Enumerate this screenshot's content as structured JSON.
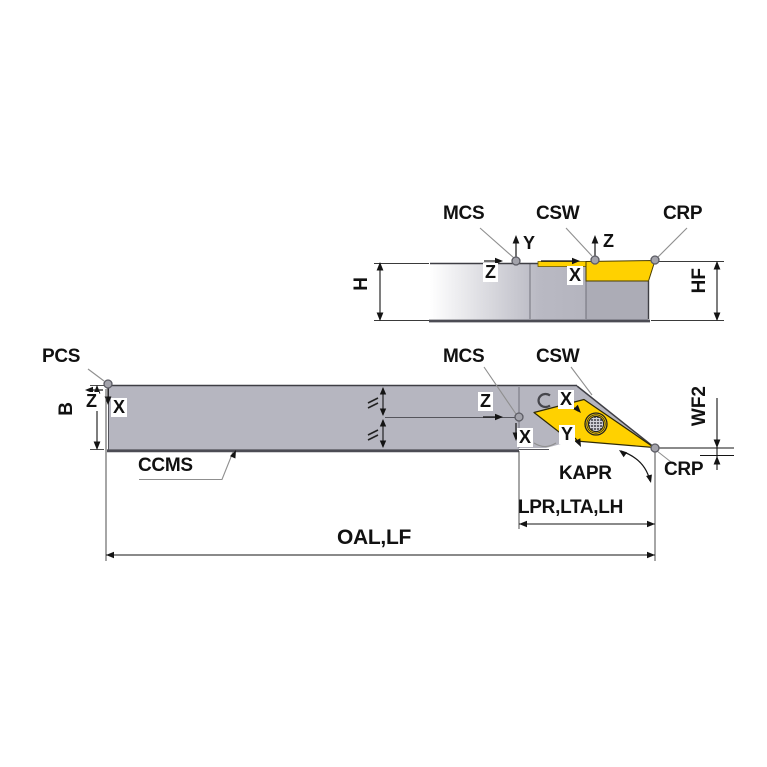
{
  "colors": {
    "insert_yellow": "#ffd100",
    "body_gray": "#b6b6c0",
    "edge_dark": "#46464c",
    "leader_gray": "#8f8f8f",
    "text_black": "#111111"
  },
  "side_view": {
    "mcs_label": "MCS",
    "csw_label": "CSW",
    "crp_label": "CRP",
    "h_dim": "H",
    "hf_dim": "HF",
    "axis_x": "X",
    "axis_y": "Y",
    "axis_z": "Z"
  },
  "plan_view": {
    "pcs_label": "PCS",
    "mcs_label": "MCS",
    "csw_label": "CSW",
    "crp_label": "CRP",
    "ccms_label": "CCMS",
    "kapr_label": "KAPR",
    "lpr_dim": "LPR,LTA,LH",
    "oal_dim": "OAL,LF",
    "b_dim": "B",
    "wf2_dim": "WF2",
    "axis_x": "X",
    "axis_y": "Y",
    "axis_z": "Z"
  }
}
